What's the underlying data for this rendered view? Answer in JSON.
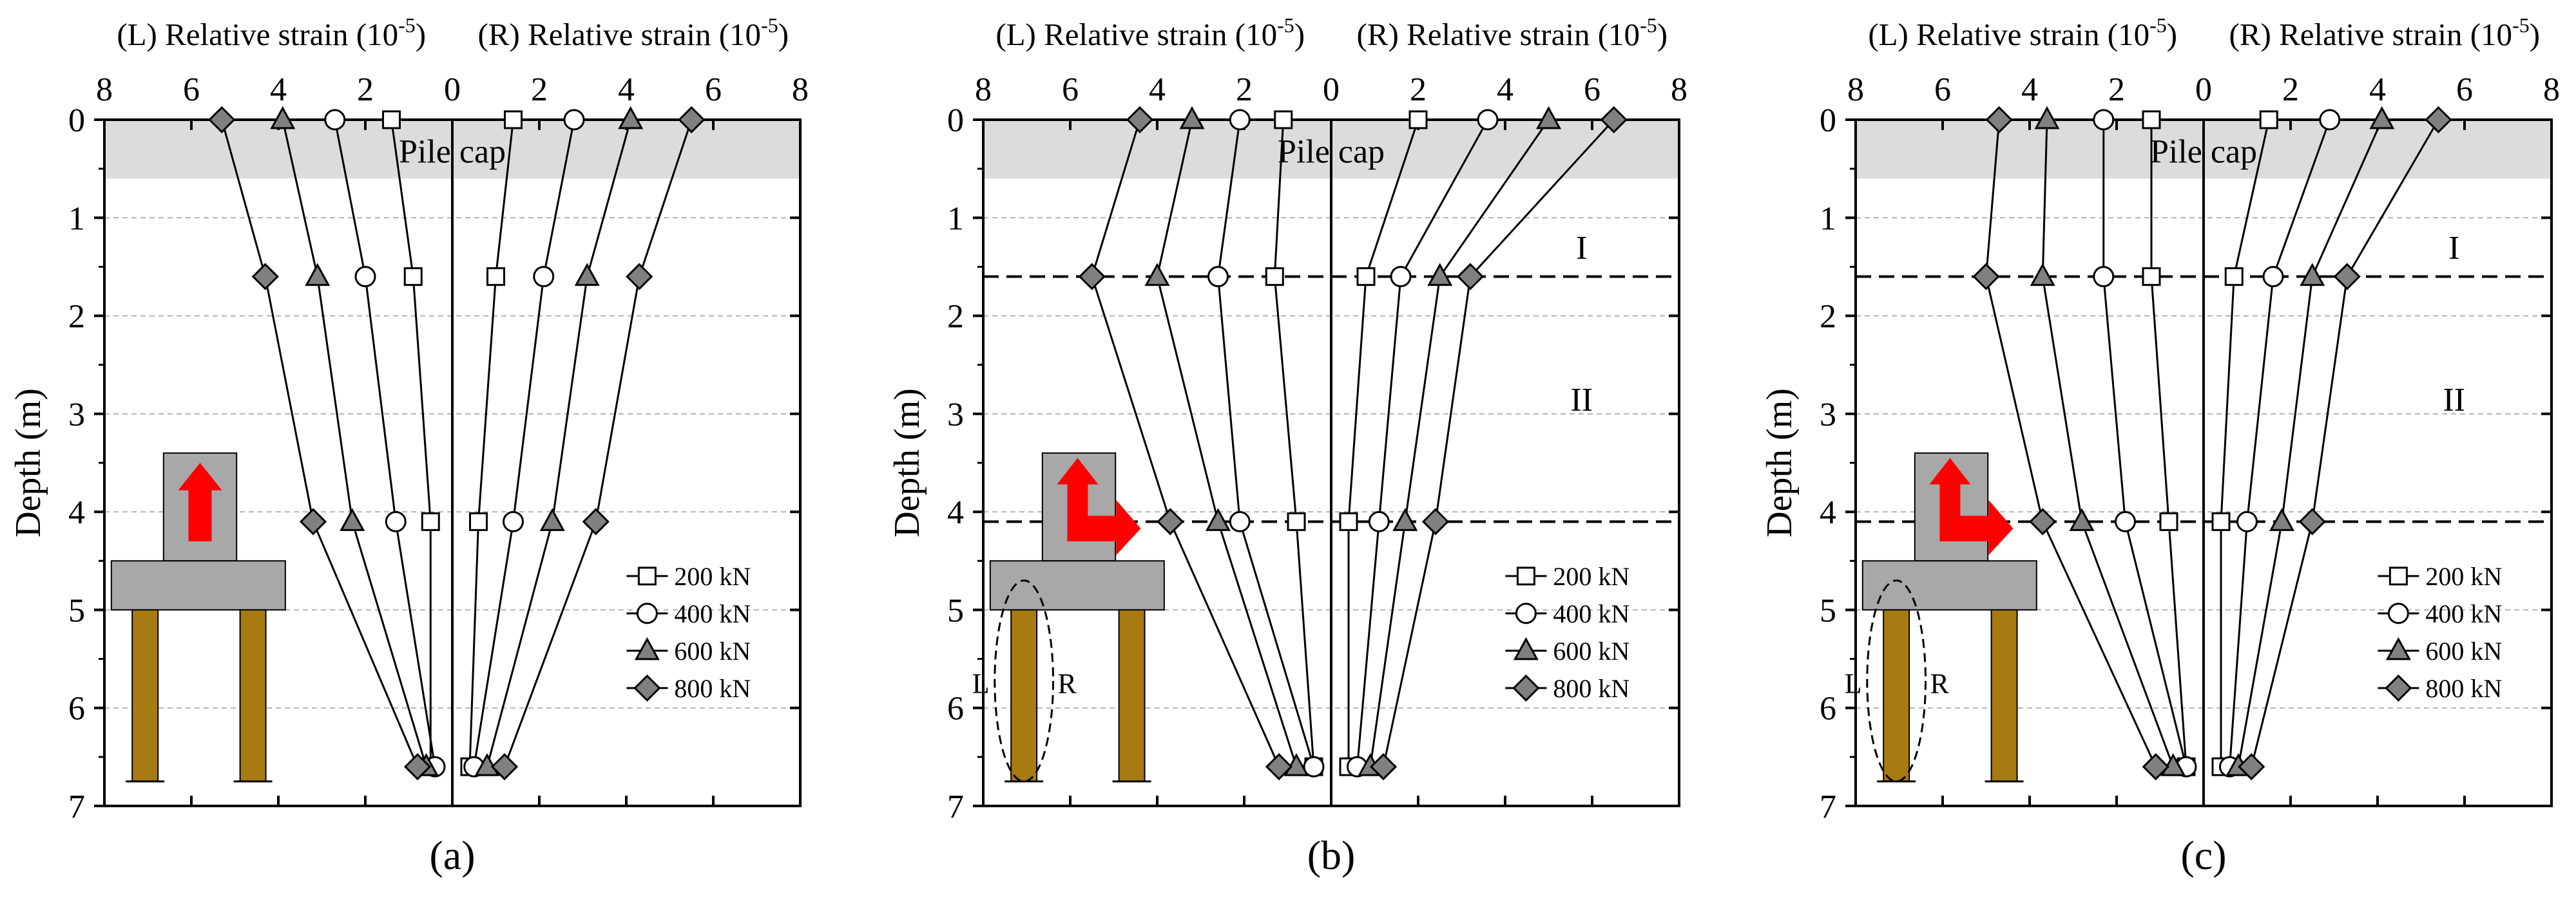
{
  "figure": {
    "top_label_left": "(L) Relative strain",
    "top_label_right": "(R) Relative strain",
    "top_label_unit_base": "(10",
    "top_label_unit_exp": "-5",
    "top_label_unit_close": ")",
    "y_axis_label": "Depth (m)",
    "pile_cap_label": "Pile cap",
    "zone_labels": [
      "I",
      "II"
    ],
    "side_labels": [
      "L",
      "R"
    ]
  },
  "colors": {
    "pile_cap_band": "#dcdcdc",
    "guideline": "#b4b4b4",
    "pile_cap_block": "#a8a8a8",
    "pile": "#a87a12",
    "arrow": "#ff0000",
    "marker_filled": "#808080",
    "marker_open": "#ffffff"
  },
  "chart_data": [
    {
      "type": "line",
      "subplot_label": "(a)",
      "xlabel_top_left": "(L) Relative strain (10-5)",
      "xlabel_top_right": "(R) Relative strain (10-5)",
      "ylabel": "Depth (m)",
      "x_tick_labels": [
        "8",
        "6",
        "4",
        "2",
        "0",
        "2",
        "4",
        "6",
        "8"
      ],
      "y_tick_labels": [
        "0",
        "1",
        "2",
        "3",
        "4",
        "5",
        "6",
        "7"
      ],
      "xlim_left_side": [
        8,
        0
      ],
      "xlim_right_side": [
        0,
        8
      ],
      "ylim": [
        0,
        7
      ],
      "y_inverted": true,
      "depths": [
        0,
        1.6,
        4.1,
        6.6
      ],
      "pile_cap_depth": [
        0,
        0.6
      ],
      "load_arrow": "vertical",
      "zone_boundaries": [],
      "highlight_ellipse": false,
      "legend_position": "lower-right",
      "series": [
        {
          "name": "200 kN",
          "marker": "square-open",
          "left": [
            1.4,
            0.9,
            0.5,
            0.5
          ],
          "right": [
            1.4,
            1.0,
            0.6,
            0.4
          ]
        },
        {
          "name": "400 kN",
          "marker": "circle-open",
          "left": [
            2.7,
            2.0,
            1.3,
            0.4
          ],
          "right": [
            2.8,
            2.1,
            1.4,
            0.5
          ]
        },
        {
          "name": "600 kN",
          "marker": "triangle-filled",
          "left": [
            3.9,
            3.1,
            2.3,
            0.6
          ],
          "right": [
            4.1,
            3.1,
            2.3,
            0.8
          ]
        },
        {
          "name": "800 kN",
          "marker": "diamond-filled",
          "left": [
            5.3,
            4.3,
            3.2,
            0.8
          ],
          "right": [
            5.5,
            4.3,
            3.3,
            1.2
          ]
        }
      ]
    },
    {
      "type": "line",
      "subplot_label": "(b)",
      "xlabel_top_left": "(L) Relative strain (10-5)",
      "xlabel_top_right": "(R) Relative strain (10-5)",
      "ylabel": "Depth (m)",
      "x_tick_labels": [
        "8",
        "6",
        "4",
        "2",
        "0",
        "2",
        "4",
        "6",
        "8"
      ],
      "y_tick_labels": [
        "0",
        "1",
        "2",
        "3",
        "4",
        "5",
        "6",
        "7"
      ],
      "xlim_left_side": [
        8,
        0
      ],
      "xlim_right_side": [
        0,
        8
      ],
      "ylim": [
        0,
        7
      ],
      "y_inverted": true,
      "depths": [
        0,
        1.6,
        4.1,
        6.6
      ],
      "pile_cap_depth": [
        0,
        0.6
      ],
      "load_arrow": "vertical-and-horizontal",
      "zone_boundaries": [
        1.6,
        4.1
      ],
      "highlight_ellipse": true,
      "legend_position": "lower-right",
      "series": [
        {
          "name": "200 kN",
          "marker": "square-open",
          "left": [
            1.1,
            1.3,
            0.8,
            0.4
          ],
          "right": [
            2.0,
            0.8,
            0.4,
            0.4
          ]
        },
        {
          "name": "400 kN",
          "marker": "circle-open",
          "left": [
            2.1,
            2.6,
            2.1,
            0.4
          ],
          "right": [
            3.6,
            1.6,
            1.1,
            0.6
          ]
        },
        {
          "name": "600 kN",
          "marker": "triangle-filled",
          "left": [
            3.2,
            4.0,
            2.6,
            0.8
          ],
          "right": [
            5.0,
            2.5,
            1.7,
            0.9
          ]
        },
        {
          "name": "800 kN",
          "marker": "diamond-filled",
          "left": [
            4.4,
            5.5,
            3.7,
            1.2
          ],
          "right": [
            6.5,
            3.2,
            2.4,
            1.2
          ]
        }
      ]
    },
    {
      "type": "line",
      "subplot_label": "(c)",
      "xlabel_top_left": "(L) Relative strain (10-5)",
      "xlabel_top_right": "(R) Relative strain (10-5)",
      "ylabel": "Depth (m)",
      "x_tick_labels": [
        "8",
        "6",
        "4",
        "2",
        "0",
        "2",
        "4",
        "6",
        "8"
      ],
      "y_tick_labels": [
        "0",
        "1",
        "2",
        "3",
        "4",
        "5",
        "6",
        "7"
      ],
      "xlim_left_side": [
        8,
        0
      ],
      "xlim_right_side": [
        0,
        8
      ],
      "ylim": [
        0,
        7
      ],
      "y_inverted": true,
      "depths": [
        0,
        1.6,
        4.1,
        6.6
      ],
      "pile_cap_depth": [
        0,
        0.6
      ],
      "load_arrow": "vertical-and-horizontal",
      "zone_boundaries": [
        1.6,
        4.1
      ],
      "highlight_ellipse": true,
      "legend_position": "lower-right",
      "series": [
        {
          "name": "200 kN",
          "marker": "square-open",
          "left": [
            1.2,
            1.2,
            0.8,
            0.4
          ],
          "right": [
            1.5,
            0.7,
            0.4,
            0.4
          ]
        },
        {
          "name": "400 kN",
          "marker": "circle-open",
          "left": [
            2.3,
            2.3,
            1.8,
            0.4
          ],
          "right": [
            2.9,
            1.6,
            1.0,
            0.6
          ]
        },
        {
          "name": "600 kN",
          "marker": "triangle-filled",
          "left": [
            3.6,
            3.7,
            2.8,
            0.7
          ],
          "right": [
            4.1,
            2.5,
            1.8,
            0.8
          ]
        },
        {
          "name": "800 kN",
          "marker": "diamond-filled",
          "left": [
            4.7,
            5.0,
            3.7,
            1.1
          ],
          "right": [
            5.4,
            3.3,
            2.5,
            1.1
          ]
        }
      ]
    }
  ]
}
